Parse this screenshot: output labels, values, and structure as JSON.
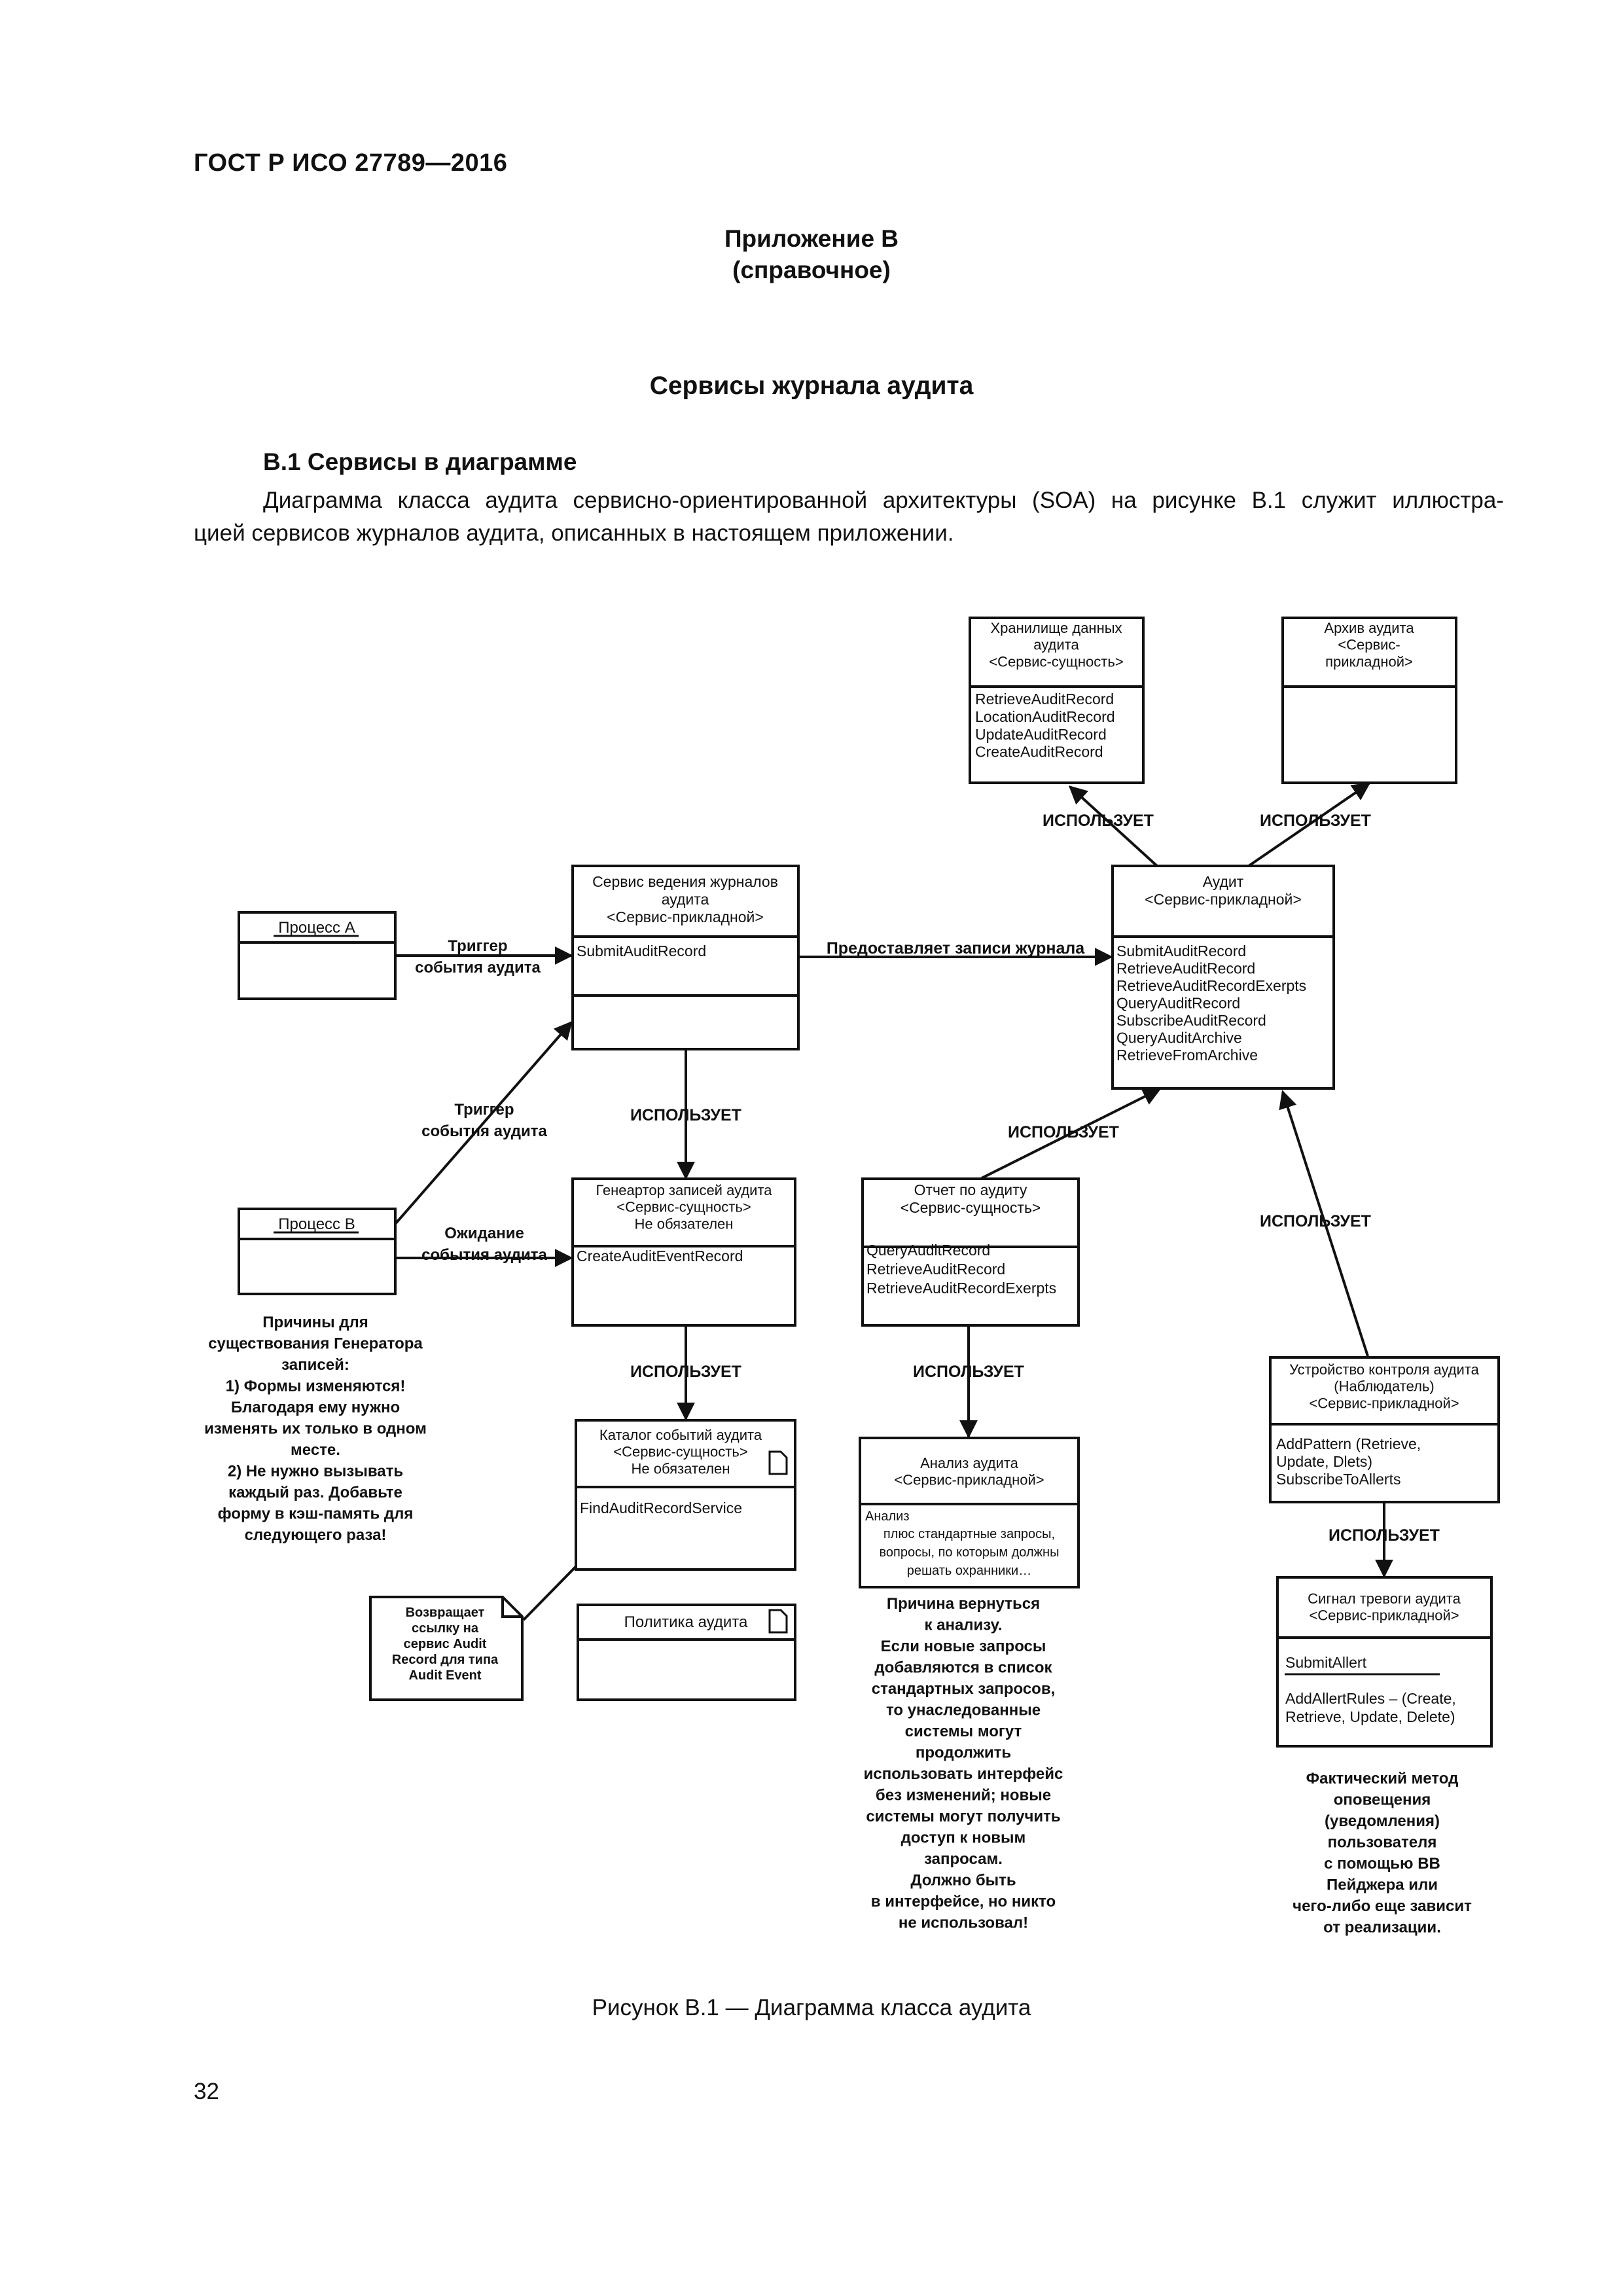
{
  "header": "ГОСТ Р ИСО 27789—2016",
  "appendix": {
    "title": "Приложение В",
    "kind": "(справочное)"
  },
  "page_title": "Сервисы журнала аудита",
  "section": {
    "heading": "В.1 Сервисы в диаграмме",
    "line1": "Диаграмма класса аудита сервисно-ориентированной архитектуры (SOA) на рисунке В.1 служит иллюстра-",
    "line2": "цией сервисов журналов аудита, описанных в настоящем приложении."
  },
  "diagram": {
    "process_a": "Процесс А",
    "process_b": "Процесс В",
    "logging": {
      "header": [
        "Сервис ведения журналов",
        "аудита",
        "<Сервис-прикладной>"
      ],
      "methods": [
        "SubmitAuditRecord"
      ]
    },
    "storage": {
      "header": [
        "Хранилище данных",
        "аудита",
        "<Сервис-сущность>"
      ],
      "methods": [
        "RetrieveAuditRecord",
        "LocationAuditRecord",
        "UpdateAuditRecord",
        "CreateAuditRecord"
      ]
    },
    "archive": {
      "header": [
        "Архив аудита",
        "<Сервис-",
        "прикладной>"
      ]
    },
    "audit": {
      "header": [
        "Аудит",
        "<Сервис-прикладной>"
      ],
      "methods": [
        "SubmitAuditRecord",
        "RetrieveAuditRecord",
        "RetrieveAuditRecordExerpts",
        "QueryAuditRecord",
        "SubscribeAuditRecord",
        "QueryAuditArchive",
        "RetrieveFromArchive"
      ]
    },
    "generator": {
      "header": [
        "Генеартор записей аудита",
        "<Сервис-сущность>",
        "Не обязателен"
      ],
      "methods": [
        "CreateAuditEventRecord"
      ]
    },
    "report": {
      "header": [
        "Отчет по аудиту",
        "<Сервис-сущность>"
      ],
      "methods": [
        "QueryAuditRecord",
        "RetrieveAuditRecord",
        "RetrieveAuditRecordExerpts"
      ]
    },
    "catalog": {
      "header": [
        "Каталог событий аудита",
        "<Сервис-сущность>",
        "Не обязателен"
      ],
      "methods": [
        "FindAuditRecordService"
      ]
    },
    "analysis": {
      "header": [
        "Анализ аудита",
        "<Сервис-прикладной>"
      ],
      "body": [
        "Анализ",
        "плюс стандартные запросы,",
        "вопросы, по которым должны",
        "решать охранники…"
      ]
    },
    "monitor": {
      "header": [
        "Устройство контроля аудита",
        "(Наблюдатель)",
        "<Сервис-прикладной>"
      ],
      "methods": [
        "AddPattern (Retrieve,",
        "Update, Dlets)",
        "SubscribeToAllerts"
      ]
    },
    "alarm": {
      "header": [
        "Сигнал тревоги аудита",
        "<Сервис-прикладной>"
      ],
      "methods": [
        "SubmitAllert",
        "AddAllertRules – (Create,",
        "Retrieve, Update, Delete)"
      ]
    },
    "policy": "Политика аудита",
    "returns_note": [
      "Возвращает",
      "ссылку на",
      "сервис Audit",
      "Record для типа",
      "Audit Event"
    ],
    "labels": {
      "uses": "ИСПОЛЬЗУЕТ",
      "trigger1": [
        "Триггер",
        "события аудита"
      ],
      "trigger2": [
        "Триггер",
        "события аудита"
      ],
      "wait": [
        "Ожидание",
        "события аудита"
      ],
      "provides": "Предоставляет записи журнала"
    },
    "notes": {
      "generator_reasons": [
        "Причины для",
        "существования Генератора",
        "записей:",
        "1) Формы изменяются!",
        "Благодаря ему нужно",
        "изменять их только в одном",
        "месте.",
        "2) Не нужно вызывать",
        "каждый раз. Добавьте",
        "форму в кэш-память для",
        "следующего раза!"
      ],
      "analysis_reason": [
        "Причина вернуться",
        "к анализу.",
        "Если новые запросы",
        "добавляются в список",
        "стандартных запросов,",
        "то унаследованные",
        "системы могут",
        "продолжить",
        "использовать интерфейс",
        "без изменений; новые",
        "системы могут получить",
        "доступ к новым",
        "запросам.",
        "Должно быть",
        "в интерфейсе, но никто",
        "не использовал!"
      ],
      "notification": [
        "Фактический метод",
        "оповещения",
        "(уведомления)",
        "пользователя",
        "с помощью ВВ",
        "Пейджера или",
        "чего-либо еще зависит",
        "от реализации."
      ]
    }
  },
  "caption": "Рисунок В.1 — Диаграмма класса аудита",
  "page_number": "32"
}
